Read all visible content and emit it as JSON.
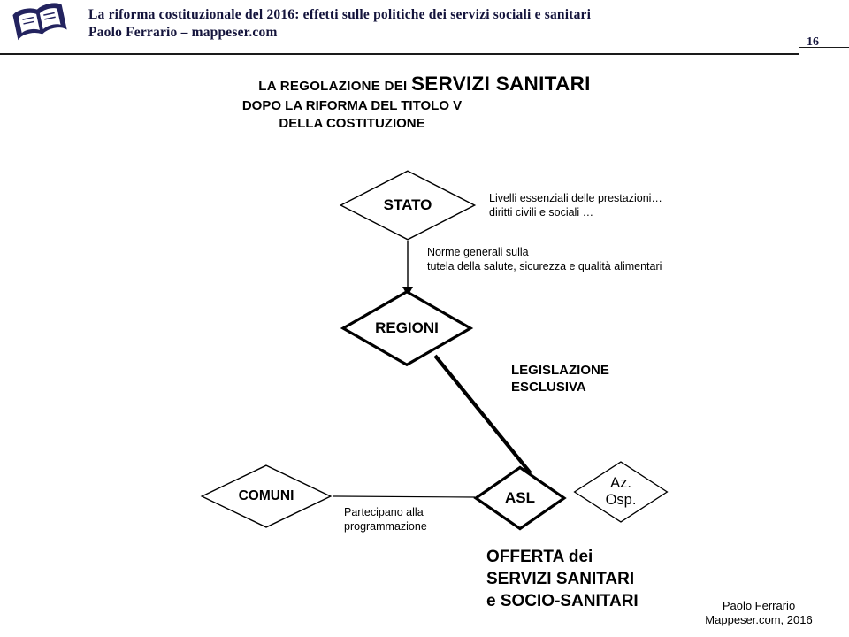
{
  "colors": {
    "header_text": "#14143c",
    "logo": "#23235f",
    "diagram_text": "#000000",
    "background": "#ffffff"
  },
  "icons": {
    "logo": "open-book",
    "arrowhead": "arrow-down"
  },
  "header": {
    "title_line1": "La riforma costituzionale del 2016: effetti sulle politiche dei servizi sociali e sanitari",
    "title_line2": "Paolo Ferrario – mappeser.com",
    "page_number": "16"
  },
  "diagram": {
    "title": {
      "prefix": "LA REGOLAZIONE DEI",
      "main": "SERVIZI SANITARI",
      "line2": "DOPO LA RIFORMA DEL TITOLO V",
      "line3": "DELLA COSTITUZIONE"
    },
    "nodes": {
      "stato": "STATO",
      "regioni": "REGIONI",
      "comuni": "COMUNI",
      "asl": "ASL",
      "az_osp_line1": "Az.",
      "az_osp_line2": "Osp."
    },
    "annotations": {
      "stato_right_line1": "Livelli essenziali delle prestazioni…",
      "stato_right_line2": "diritti civili e sociali …",
      "norme_line1": "Norme generali sulla",
      "norme_line2": "tutela della salute, sicurezza e qualità alimentari",
      "legislazione_line1": "LEGISLAZIONE",
      "legislazione_line2": "ESCLUSIVA",
      "partecipano_line1": "Partecipano alla",
      "partecipano_line2": "programmazione",
      "offerta_line1": "OFFERTA dei",
      "offerta_line2": "SERVIZI SANITARI",
      "offerta_line3": "e SOCIO-SANITARI"
    }
  },
  "footer": {
    "line1": "Paolo Ferrario",
    "line2": "Mappeser.com, 2016"
  }
}
